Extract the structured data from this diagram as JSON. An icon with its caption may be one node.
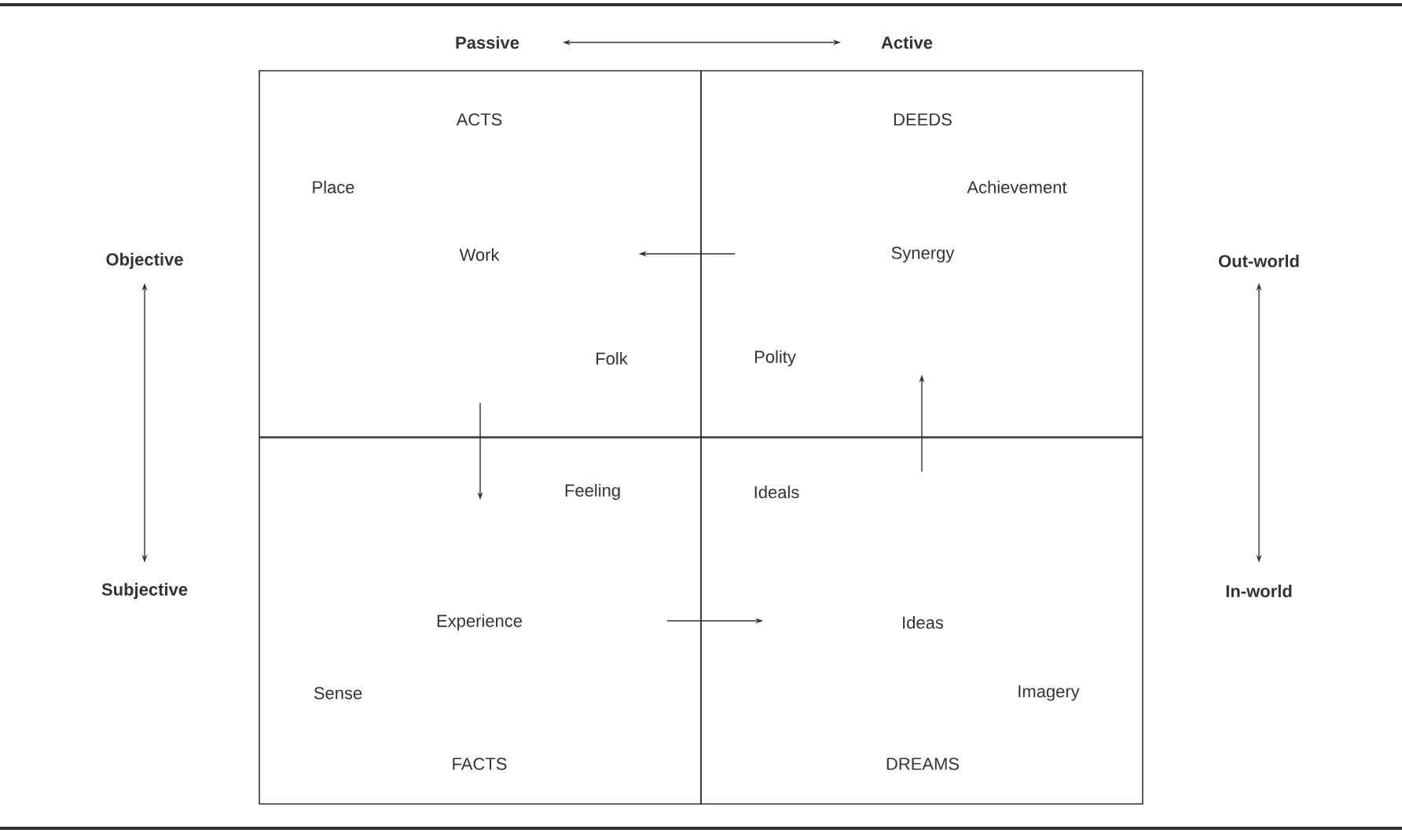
{
  "diagram": {
    "nodes": [
      {
        "text": [
          "ACTS"
        ]
      },
      {
        "text": [
          "Place"
        ],
        "in": 0
      },
      {
        "text": [
          "Work"
        ],
        "in": 0
      },
      {
        "text": [
          "Folk"
        ],
        "in": 0
      },
      {
        "text": [
          "DEEDS"
        ]
      },
      {
        "text": [
          "Achievement"
        ],
        "in": 4
      },
      {
        "text": [
          "Synergy"
        ],
        "in": 4
      },
      {
        "text": [
          "Polity"
        ],
        "in": 4
      },
      {
        "text": [
          "FACTS"
        ]
      },
      {
        "text": [
          "Feeling"
        ],
        "in": 8
      },
      {
        "text": [
          "Experience"
        ],
        "in": 8
      },
      {
        "text": [
          "Sense"
        ],
        "in": 8
      },
      {
        "text": [
          "DREAMS"
        ]
      },
      {
        "text": [
          "Ideals"
        ],
        "in": 12
      },
      {
        "text": [
          "Ideas"
        ],
        "in": 12
      },
      {
        "text": [
          "Imagery"
        ],
        "in": 12
      }
    ],
    "edges": [
      {
        "from": 4,
        "to": 0,
        "arrow": "to"
      },
      {
        "from": 0,
        "to": 8,
        "arrow": "to"
      },
      {
        "from": 8,
        "to": 12,
        "arrow": "to"
      },
      {
        "from": 12,
        "to": 4,
        "arrow": "to"
      }
    ],
    "labels": [
      "Passive",
      "Active",
      "Objective",
      "Out-world",
      "Subjective",
      "In-world"
    ]
  }
}
